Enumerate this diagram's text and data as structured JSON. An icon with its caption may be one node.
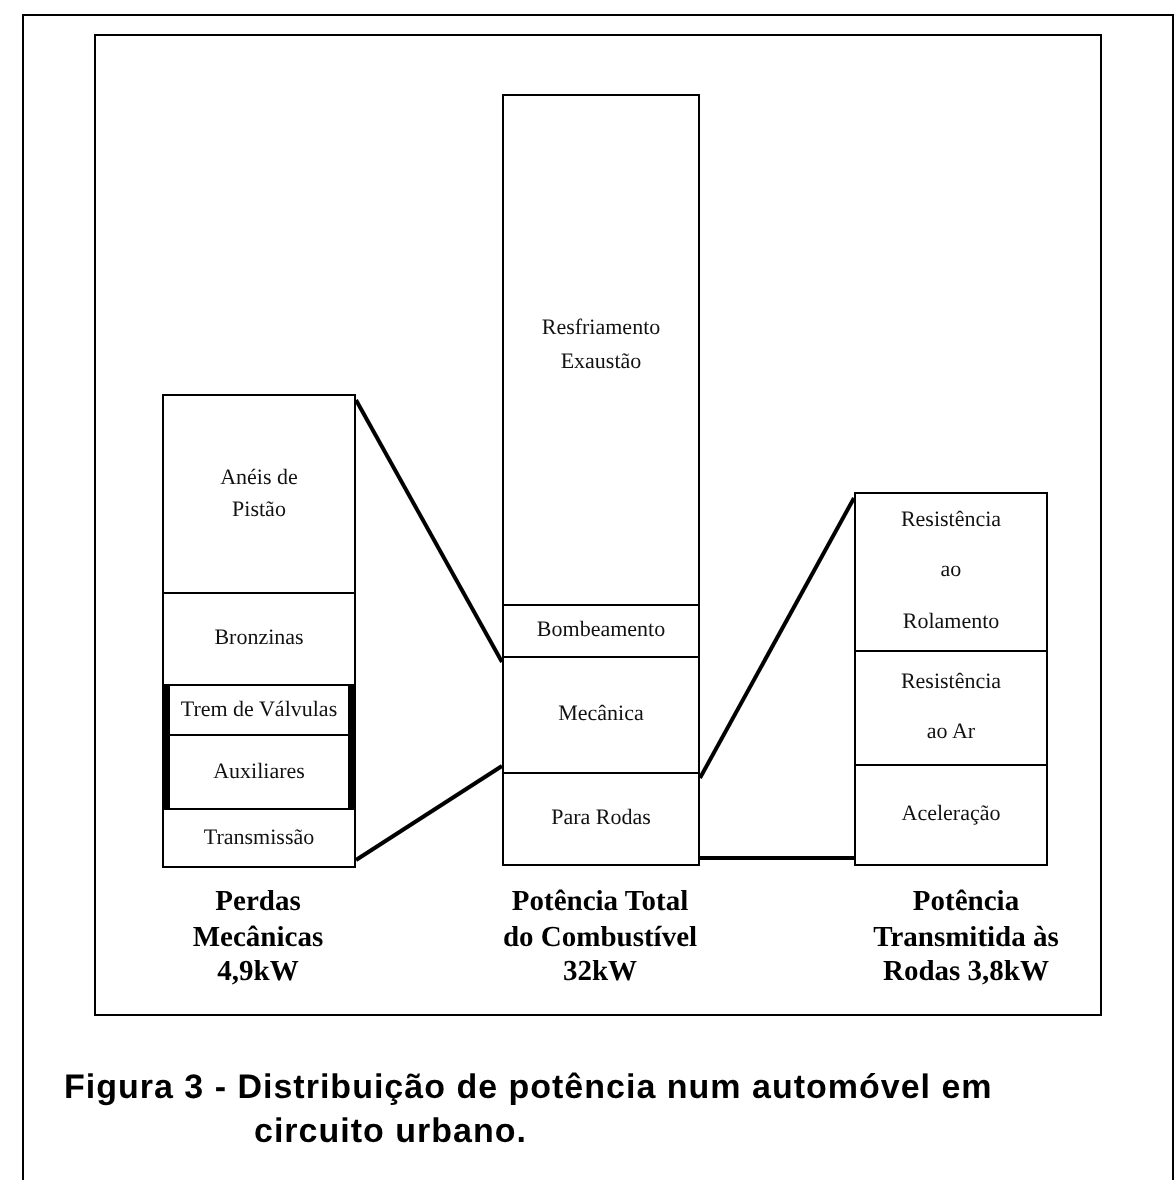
{
  "diagram": {
    "caption": "Figura 3 - Distribuição de potência num automóvel em circuito urbano.",
    "nodes": [
      {
        "text": [
          "Perdas Mecânicas 4,9kW"
        ]
      },
      {
        "text": [
          "Anéis de Pistão"
        ],
        "in": 0
      },
      {
        "text": [
          "Bronzinas"
        ],
        "in": 0
      },
      {
        "text": [
          "Trem de Válvulas"
        ],
        "in": 0
      },
      {
        "text": [
          "Auxiliares"
        ],
        "in": 0
      },
      {
        "text": [
          "Transmissão"
        ],
        "in": 0
      },
      {
        "text": [
          "Potência Total do Combustível 32kW"
        ]
      },
      {
        "text": [
          "Resfriamento Exaustão"
        ],
        "in": 6
      },
      {
        "text": [
          "Bombeamento"
        ],
        "in": 6
      },
      {
        "text": [
          "Mecânica"
        ],
        "in": 6
      },
      {
        "text": [
          "Para Rodas"
        ],
        "in": 6
      },
      {
        "text": [
          "Potência Transmitida às Rodas 3,8kW"
        ]
      },
      {
        "text": [
          "Resistência ao Rolamento"
        ],
        "in": 11
      },
      {
        "text": [
          "Resistência ao Ar"
        ],
        "in": 11
      },
      {
        "text": [
          "Aceleração"
        ],
        "in": 11
      }
    ],
    "edges": [
      {
        "from": 9,
        "to": 1,
        "arrow": "none"
      },
      {
        "from": 9,
        "to": 5,
        "arrow": "none"
      },
      {
        "from": 10,
        "to": 12,
        "arrow": "none"
      },
      {
        "from": 10,
        "to": 14,
        "arrow": "none"
      }
    ]
  }
}
